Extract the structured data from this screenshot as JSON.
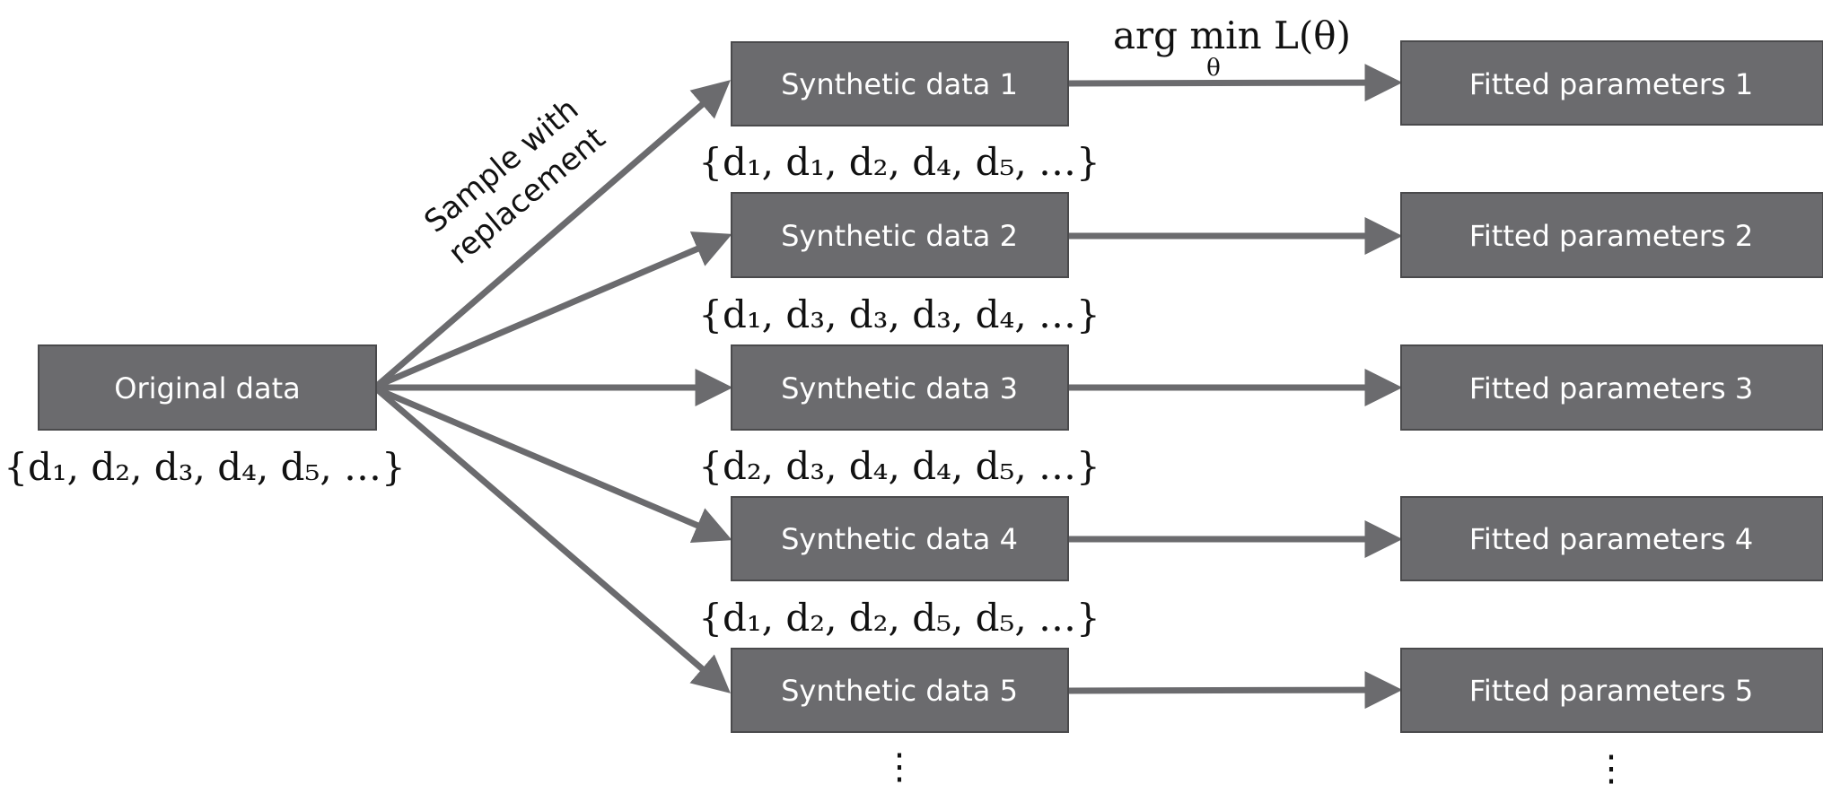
{
  "original": {
    "label": "Original data",
    "set_text": "{d₁, d₂, d₃, d₄, d₅, …}"
  },
  "sampling_label": [
    "Sample with",
    "replacement"
  ],
  "objective": {
    "text": "arg min L(θ)",
    "subscript": "θ"
  },
  "synthetic": [
    {
      "label": "Synthetic data 1",
      "set_text": "{d₁, d₁, d₂, d₄, d₅, …}"
    },
    {
      "label": "Synthetic data 2",
      "set_text": "{d₁, d₃, d₃, d₃, d₄, …}"
    },
    {
      "label": "Synthetic data 3",
      "set_text": "{d₂, d₃, d₄, d₄, d₅, …}"
    },
    {
      "label": "Synthetic data 4",
      "set_text": "{d₁, d₂, d₂, d₅, d₅, …}"
    },
    {
      "label": "Synthetic data 5",
      "set_text": ""
    }
  ],
  "fitted": [
    {
      "label": "Fitted parameters 1"
    },
    {
      "label": "Fitted parameters 2"
    },
    {
      "label": "Fitted parameters 3"
    },
    {
      "label": "Fitted parameters 4"
    },
    {
      "label": "Fitted parameters 5"
    }
  ],
  "ellipsis": "⋮",
  "colors": {
    "box": "#6b6b6e",
    "arrow": "#6b6b6e",
    "text": "#ffffff"
  }
}
